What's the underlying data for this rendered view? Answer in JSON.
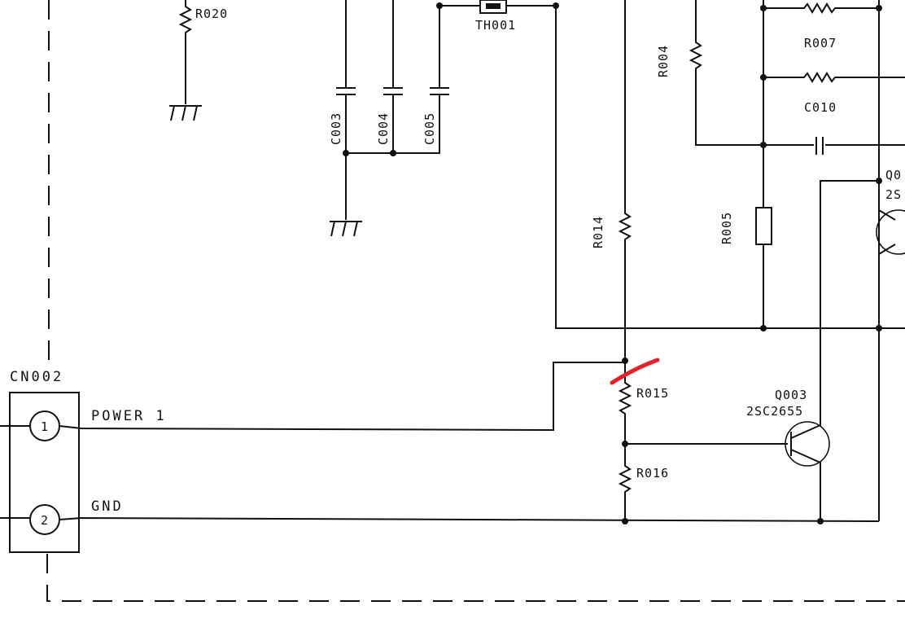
{
  "connector": {
    "name": "CN002",
    "pins": [
      {
        "number": "1",
        "signal": "POWER 1"
      },
      {
        "number": "2",
        "signal": "GND"
      }
    ]
  },
  "components": {
    "r020": "R020",
    "th001": "TH001",
    "c003": "C003",
    "c004": "C004",
    "c005": "C005",
    "r004": "R004",
    "r007": "R007",
    "c010": "C010",
    "r005": "R005",
    "r014": "R014",
    "r015": "R015",
    "r016": "R016",
    "q003": {
      "ref": "Q003",
      "part": "2SC2655"
    },
    "q_right": {
      "ref": "Q0",
      "part": "2S"
    }
  },
  "annotation": {
    "mark_color": "#e8202a"
  }
}
